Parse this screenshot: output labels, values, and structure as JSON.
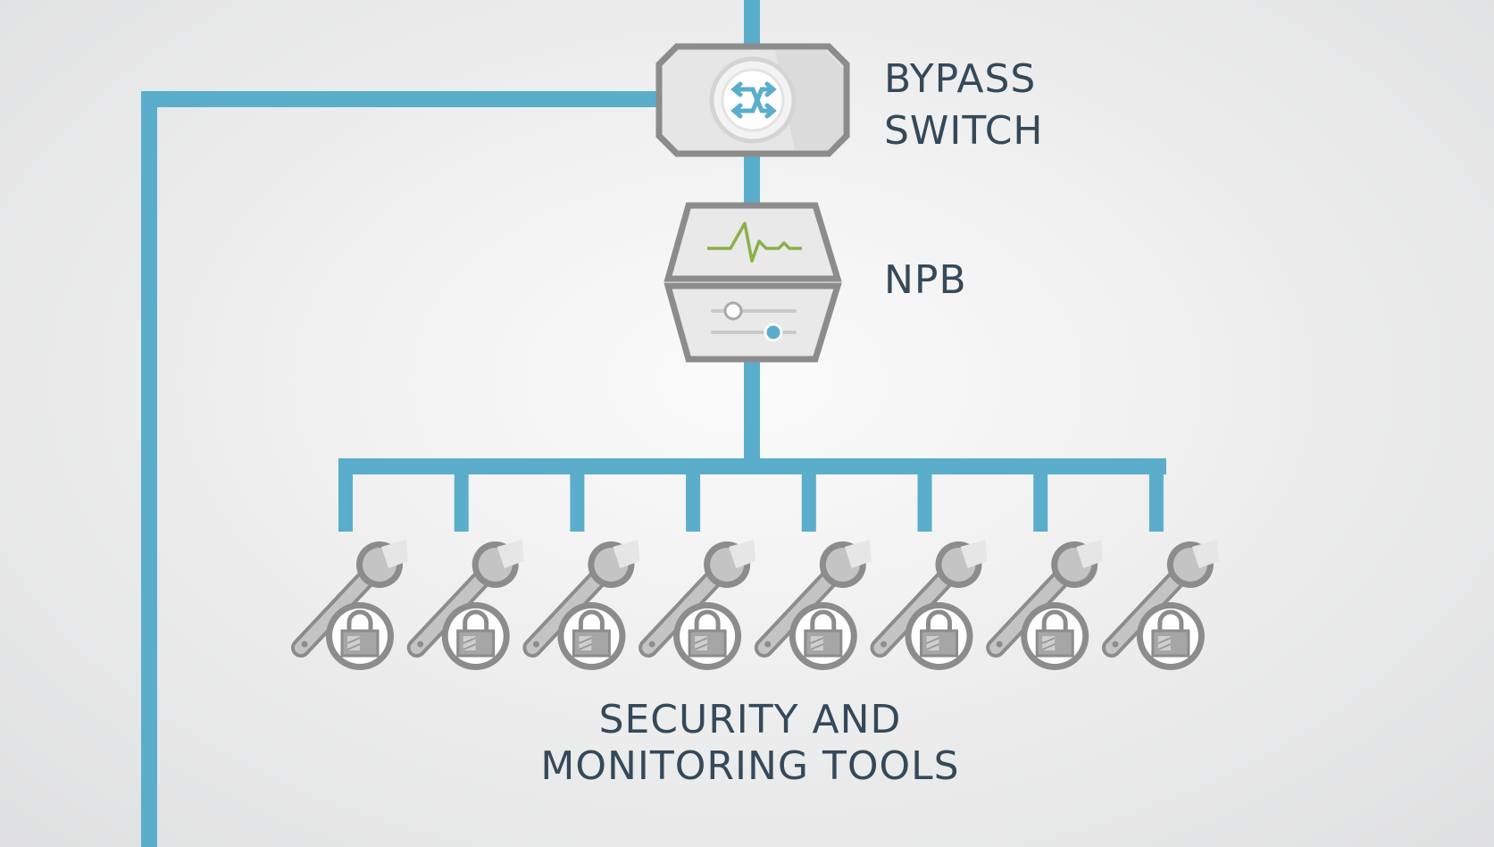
{
  "labels": {
    "bypass_line1": "BYPASS",
    "bypass_line2": "SWITCH",
    "npb": "NPB",
    "tools_line1": "SECURITY AND",
    "tools_line2": "MONITORING TOOLS"
  },
  "tools": [
    {
      "icon": "wrench-lock-icon"
    },
    {
      "icon": "wrench-lock-icon"
    },
    {
      "icon": "wrench-lock-icon"
    },
    {
      "icon": "wrench-lock-icon"
    },
    {
      "icon": "wrench-lock-icon"
    },
    {
      "icon": "wrench-lock-icon"
    },
    {
      "icon": "wrench-lock-icon"
    },
    {
      "icon": "wrench-lock-icon"
    }
  ],
  "colors": {
    "link": "#5aaecb",
    "device_fill": "#e4e4e4",
    "device_stroke": "#8c8c8c",
    "text": "#34495a",
    "pulse": "#8ab04a"
  }
}
